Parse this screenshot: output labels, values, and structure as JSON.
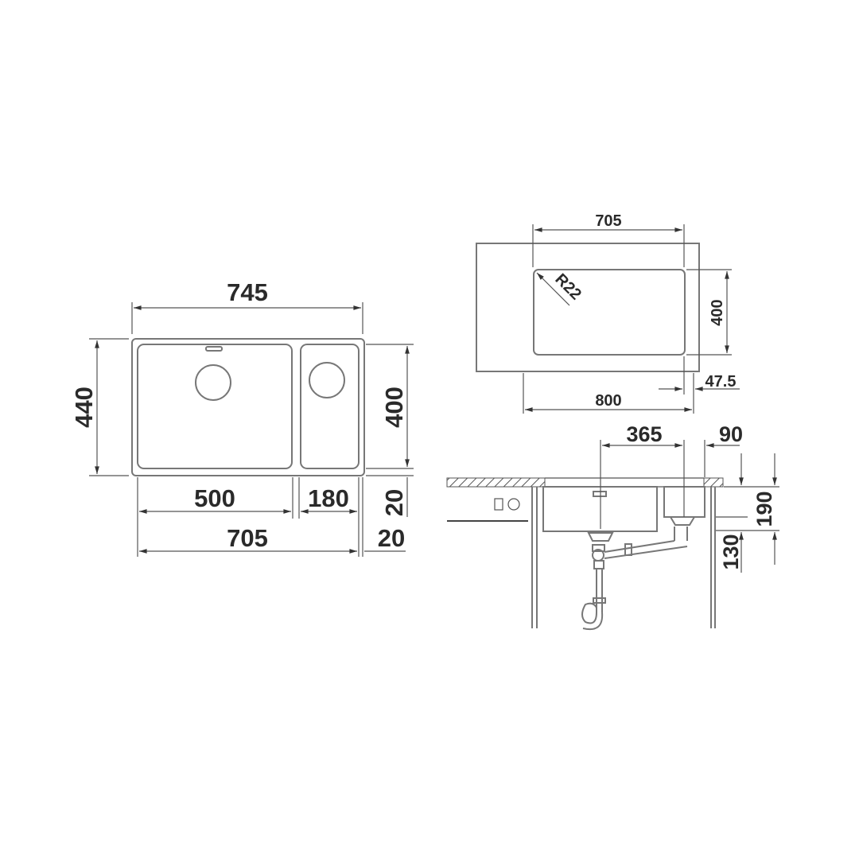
{
  "diagram": {
    "type": "technical-drawing",
    "subject": "undermount double kitchen sink",
    "top_view": {
      "overall_width": "745",
      "overall_depth": "440",
      "bowl_depth": "400",
      "main_bowl_width": "500",
      "small_bowl_width": "180",
      "inner_width": "705",
      "rim_offset_side": "20",
      "rim_offset_bottom": "20"
    },
    "cutout_view": {
      "cutout_width": "705",
      "corner_radius": "R22",
      "cutout_depth": "400",
      "cabinet_width": "800",
      "edge_offset": "47.5"
    },
    "section_view": {
      "drain_spacing": "365",
      "small_bowl_offset": "90",
      "main_bowl_depth": "190",
      "small_bowl_depth_diff": "130"
    }
  }
}
